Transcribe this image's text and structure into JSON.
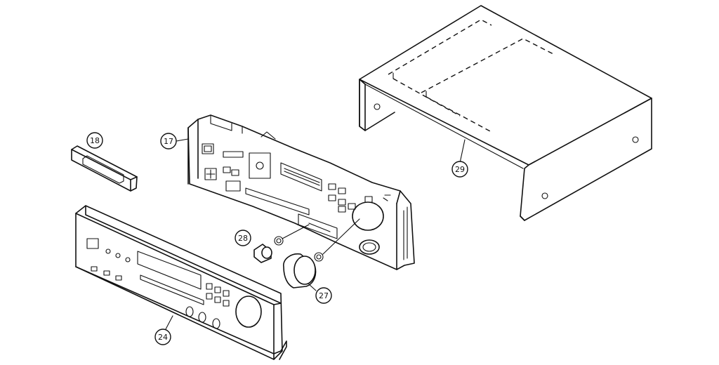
{
  "parts": [
    {
      "id": "top-cover",
      "label": "29"
    },
    {
      "id": "display-window",
      "label": "18"
    },
    {
      "id": "front-chassis",
      "label": "17"
    },
    {
      "id": "small-knob",
      "label": "28"
    },
    {
      "id": "volume-knob",
      "label": "27"
    },
    {
      "id": "front-panel",
      "label": "24"
    }
  ]
}
